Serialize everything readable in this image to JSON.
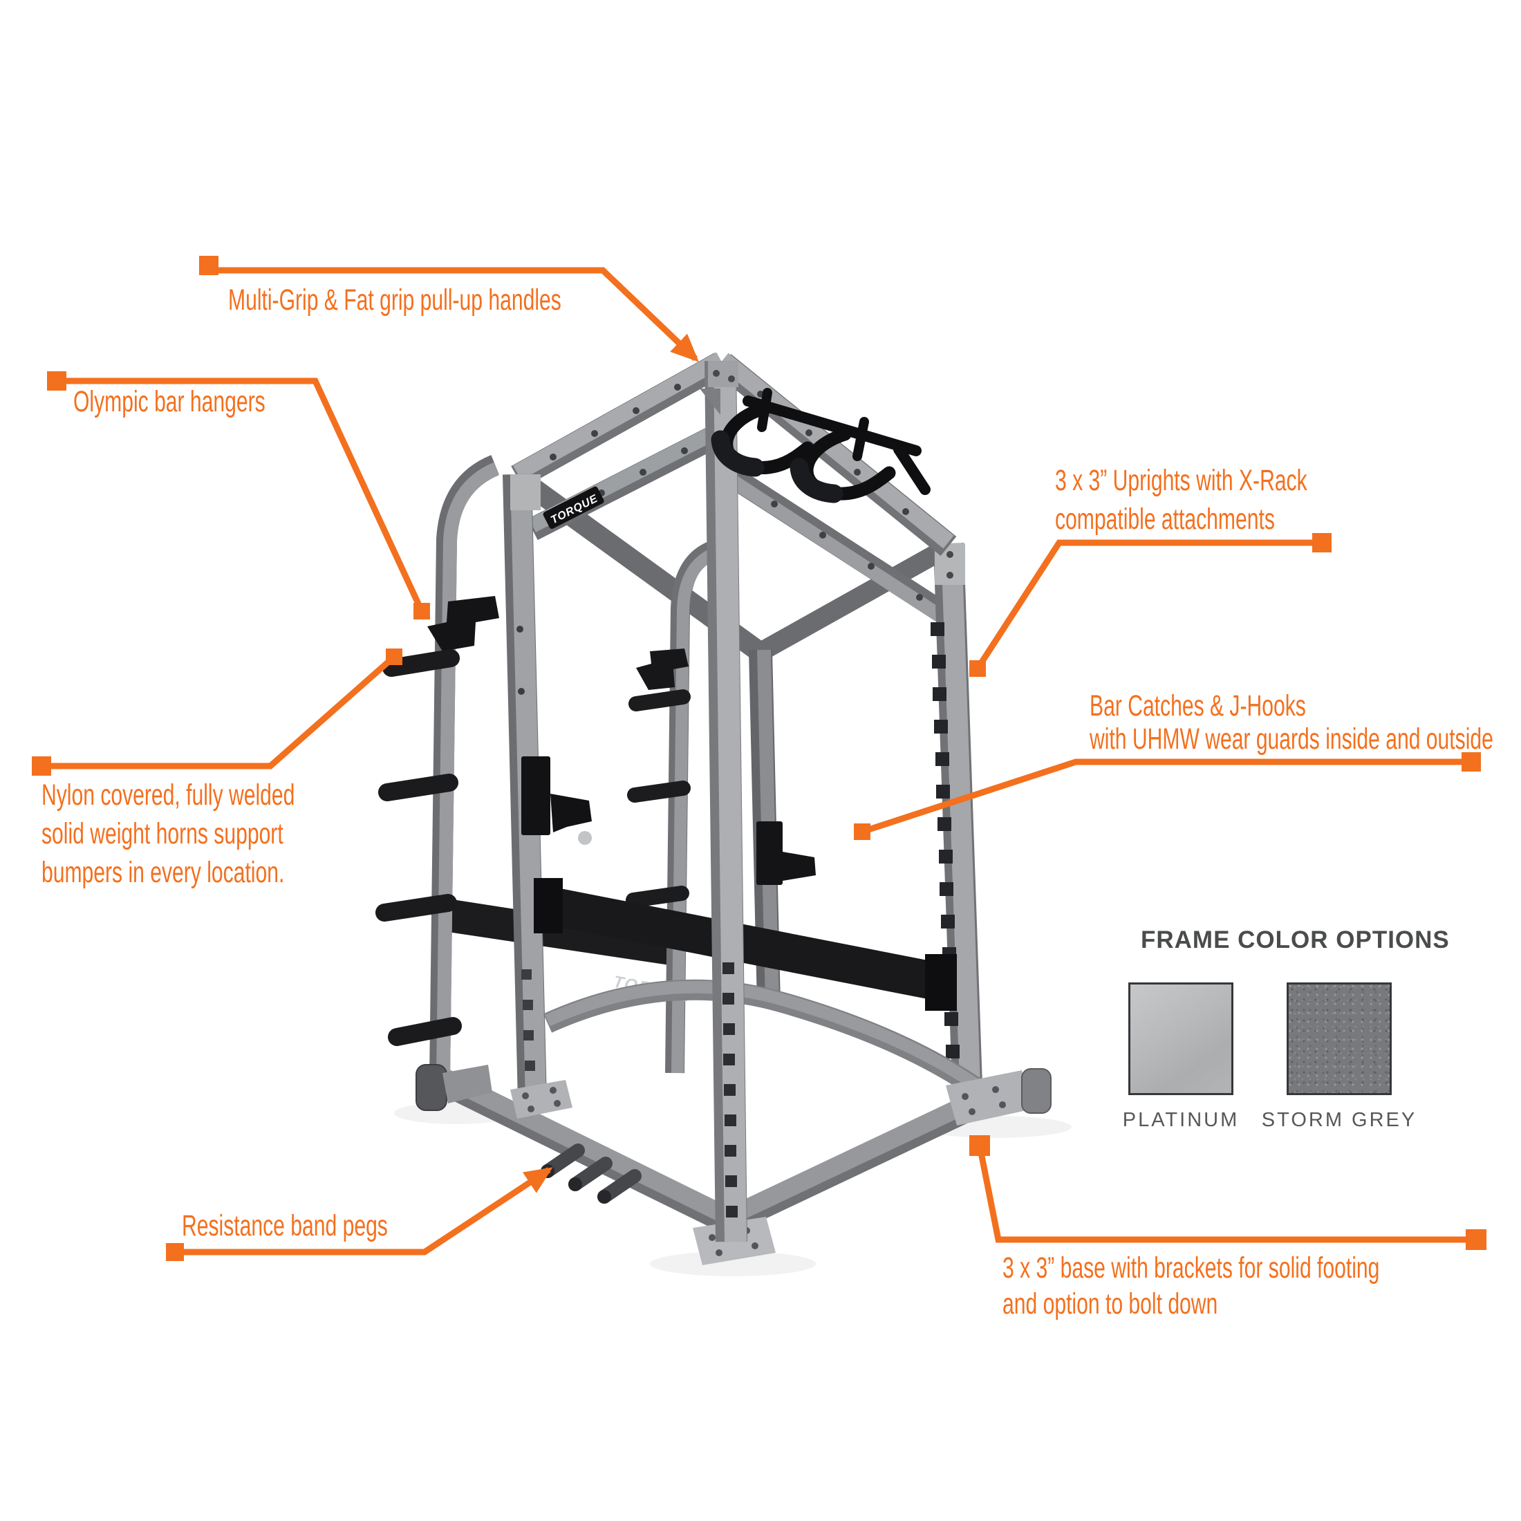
{
  "colors": {
    "accent": "#f3701e",
    "frame_silver": "#9da0a3",
    "frame_shadow": "#6b6d70",
    "attachment_black": "#17171a",
    "heading_text": "#4a4b4d",
    "label_text": "#56575a",
    "platinum": "#b6b8ba",
    "storm_grey": "#77797c"
  },
  "brand": "TORQUE",
  "callouts": {
    "pullup": {
      "text": "Multi-Grip & Fat grip pull-up handles"
    },
    "hangers": {
      "text": "Olympic bar hangers"
    },
    "horns": {
      "lines": [
        "Nylon covered, fully welded",
        "solid weight horns support",
        "bumpers in every location."
      ]
    },
    "uprights": {
      "lines": [
        "3 x 3” Uprights with X-Rack",
        "compatible attachments"
      ]
    },
    "catches": {
      "lines": [
        "Bar Catches & J-Hooks",
        "with UHMW wear guards inside and outside"
      ]
    },
    "bandpegs": {
      "text": "Resistance band pegs"
    },
    "base": {
      "lines": [
        "3 x 3” base with brackets for solid footing",
        "and option to bolt down"
      ]
    }
  },
  "frame_color_options": {
    "heading": "FRAME COLOR OPTIONS",
    "options": [
      {
        "name": "PLATINUM",
        "color": "#b6b8ba"
      },
      {
        "name": "STORM GREY",
        "color": "#77797c"
      }
    ]
  }
}
